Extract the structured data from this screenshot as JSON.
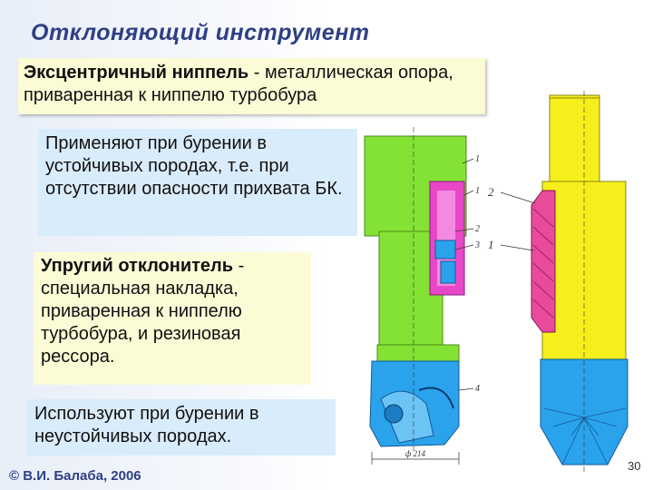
{
  "slide": {
    "title": "Отклоняющий инструмент",
    "box1_lead": "Эксцентричный ниппель",
    "box1_rest": " - металлическая опора, приваренная к ниппелю турбобура",
    "box2_text": "Применяют при бурении в устойчивых породах, т.е. при отсутствии опасности прихвата БК.",
    "box3_lead": "Упругий отклонитель",
    "box3_rest": " - специальная накладка, приваренная к ниппелю турбобура, и резиновая рессора.",
    "box4_text": "Используют при бурении в неустойчивых породах.",
    "footer": "© В.И. Балаба, 2006",
    "page_number": "30"
  },
  "drawing_left": {
    "labels": [
      "1",
      "1",
      "2",
      "3",
      "4"
    ],
    "dimension": "ф 214"
  },
  "drawing_right": {
    "labels": [
      "2",
      "1"
    ]
  },
  "colors": {
    "title": "#2e3f86",
    "green": "#84e234",
    "magenta": "#e848c8",
    "blue": "#2aa3ec",
    "yellow": "#f6ef1c",
    "pink": "#e94a9c"
  }
}
